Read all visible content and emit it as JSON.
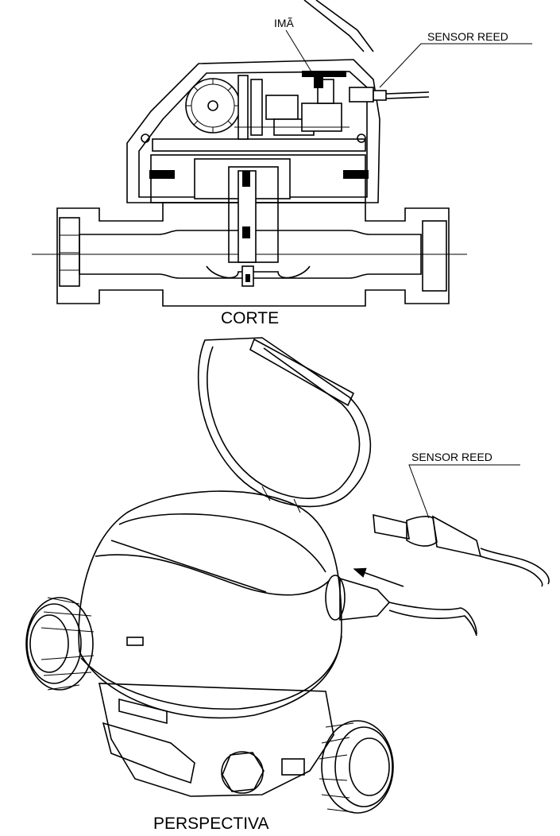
{
  "labels": {
    "ima": "IMÃ",
    "sensor_reed_section": "SENSOR REED",
    "sensor_reed_perspective": "SENSOR REED"
  },
  "captions": {
    "section": "CORTE",
    "perspective": "PERSPECTIVA"
  }
}
